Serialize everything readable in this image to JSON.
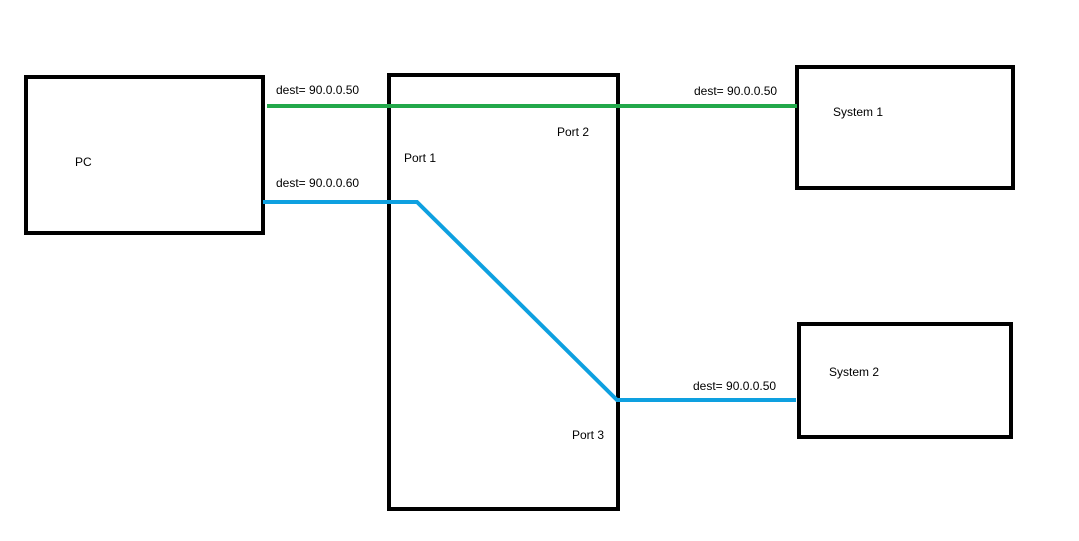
{
  "nodes": {
    "pc": {
      "label": "PC"
    },
    "system1": {
      "label": "System 1"
    },
    "system2": {
      "label": "System 2"
    }
  },
  "switch": {
    "port1": "Port 1",
    "port2": "Port 2",
    "port3": "Port 3"
  },
  "links": {
    "pc_to_switch_top": {
      "label": "dest= 90.0.0.50",
      "color": "#22a84a"
    },
    "pc_to_switch_bottom": {
      "label": "dest= 90.0.0.60",
      "color": "#0ea0e0"
    },
    "switch_to_system1": {
      "label": "dest= 90.0.0.50",
      "color": "#22a84a"
    },
    "switch_to_system2": {
      "label": "dest= 90.0.0.50",
      "color": "#0ea0e0"
    }
  },
  "colors": {
    "box_stroke": "#000000",
    "green_link": "#22a84a",
    "blue_link": "#0ea0e0"
  }
}
